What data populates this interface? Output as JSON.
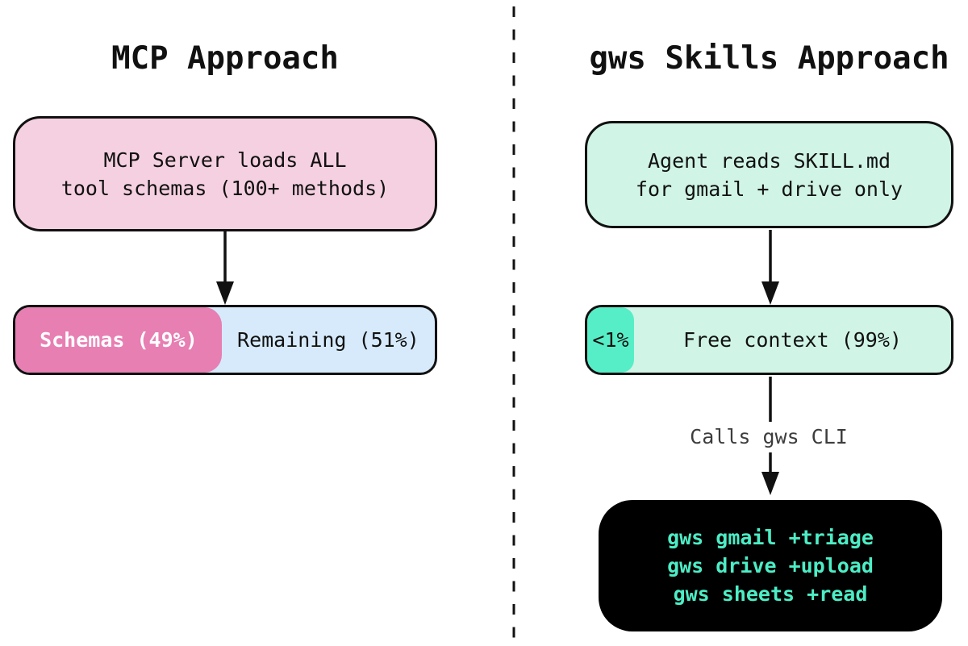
{
  "colors": {
    "pink-node-fill": "#f5d0e0",
    "schemas-fill": "#e77fb2",
    "remaining-fill": "#d6eafb",
    "mint-node-fill": "#d0f4e6",
    "used-chip-fill": "#56eec7",
    "terminal-fill": "#000000",
    "terminal-text": "#4dedc5",
    "arrow-label-text": "#3d3d3d",
    "ink": "#111111"
  },
  "left": {
    "title": "MCP Approach",
    "server_node": {
      "line1": "MCP Server loads ALL",
      "line2": "tool schemas (100+ methods)"
    },
    "context_bar": {
      "schemas_label": "Schemas (49%)",
      "remaining_label": "Remaining (51%)"
    }
  },
  "right": {
    "title": "gws Skills Approach",
    "skill_node": {
      "line1": "Agent reads SKILL.md",
      "line2": "for gmail + drive only"
    },
    "context_bar": {
      "used_label": "<1%",
      "free_label": "Free context (99%)"
    },
    "arrow_label": "Calls gws CLI",
    "terminal_node": {
      "line1": "gws gmail +triage",
      "line2": "gws drive +upload",
      "line3": "gws sheets +read"
    }
  }
}
